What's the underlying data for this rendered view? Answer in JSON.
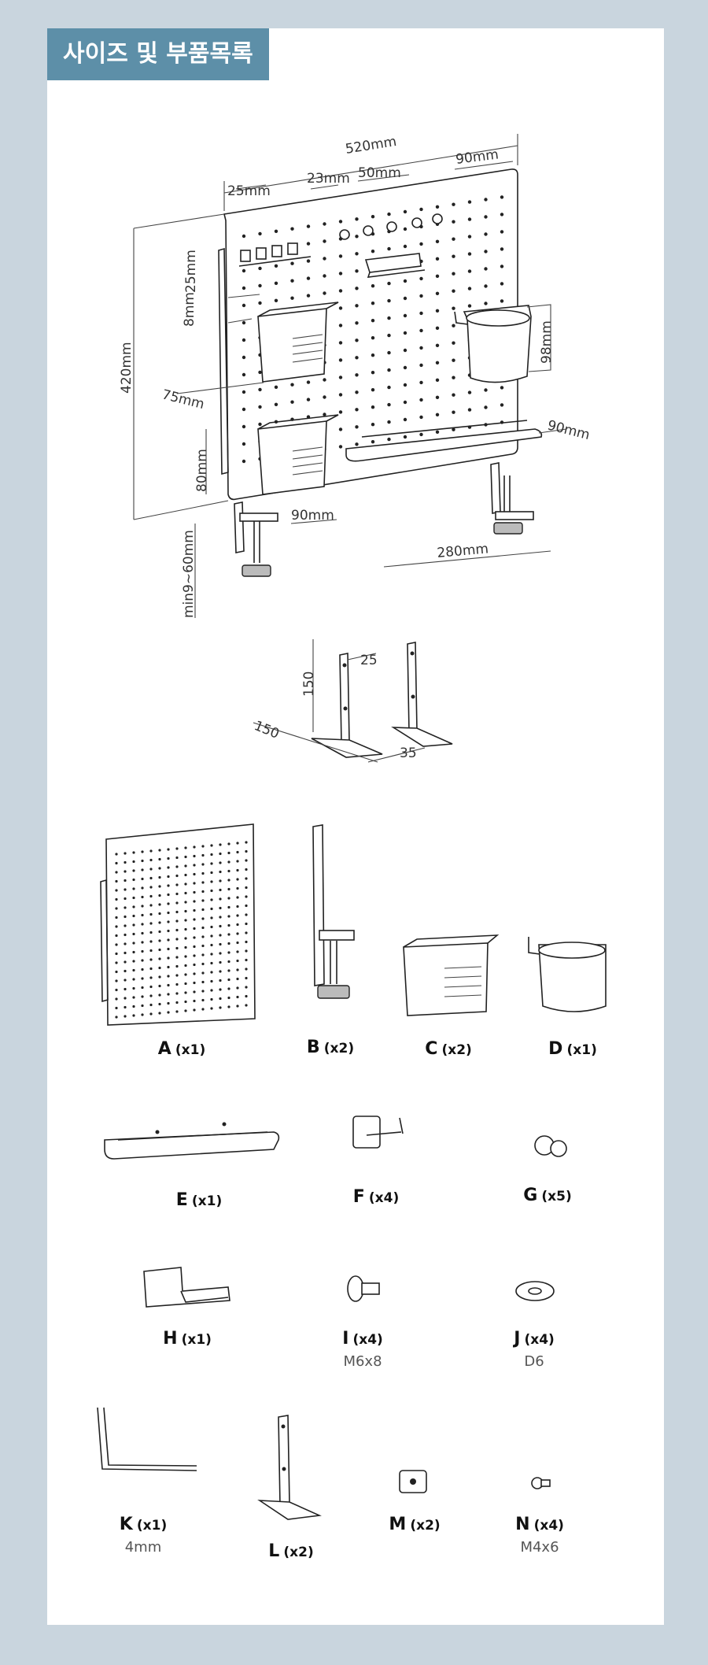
{
  "header": {
    "title": "사이즈 및 부품목록"
  },
  "dimensions": {
    "width_total": "520mm",
    "height_total": "420mm",
    "hook_spacing": "25mm",
    "hook_gap": "23mm",
    "peg_spacing": "50mm",
    "cup_width": "90mm",
    "vertical_25": "25mm",
    "vertical_8": "8mm",
    "cup_height": "98mm",
    "box_depth": "75mm",
    "shelf_depth": "90mm",
    "box_height": "80mm",
    "box_width": "90mm",
    "clamp_range": "min9~60mm",
    "shelf_length": "280mm"
  },
  "bracket_dims": {
    "height": "150",
    "width": "25",
    "length": "150",
    "depth": "35"
  },
  "parts": [
    {
      "code": "A",
      "qty": "(x1)",
      "spec": ""
    },
    {
      "code": "B",
      "qty": "(x2)",
      "spec": ""
    },
    {
      "code": "C",
      "qty": "(x2)",
      "spec": ""
    },
    {
      "code": "D",
      "qty": "(x1)",
      "spec": ""
    },
    {
      "code": "E",
      "qty": "(x1)",
      "spec": ""
    },
    {
      "code": "F",
      "qty": "(x4)",
      "spec": ""
    },
    {
      "code": "G",
      "qty": "(x5)",
      "spec": ""
    },
    {
      "code": "H",
      "qty": "(x1)",
      "spec": ""
    },
    {
      "code": "I",
      "qty": "(x4)",
      "spec": "M6x8"
    },
    {
      "code": "J",
      "qty": "(x4)",
      "spec": "D6"
    },
    {
      "code": "K",
      "qty": "(x1)",
      "spec": "4mm"
    },
    {
      "code": "L",
      "qty": "(x2)",
      "spec": ""
    },
    {
      "code": "M",
      "qty": "(x2)",
      "spec": ""
    },
    {
      "code": "N",
      "qty": "(x4)",
      "spec": "M4x6"
    }
  ]
}
